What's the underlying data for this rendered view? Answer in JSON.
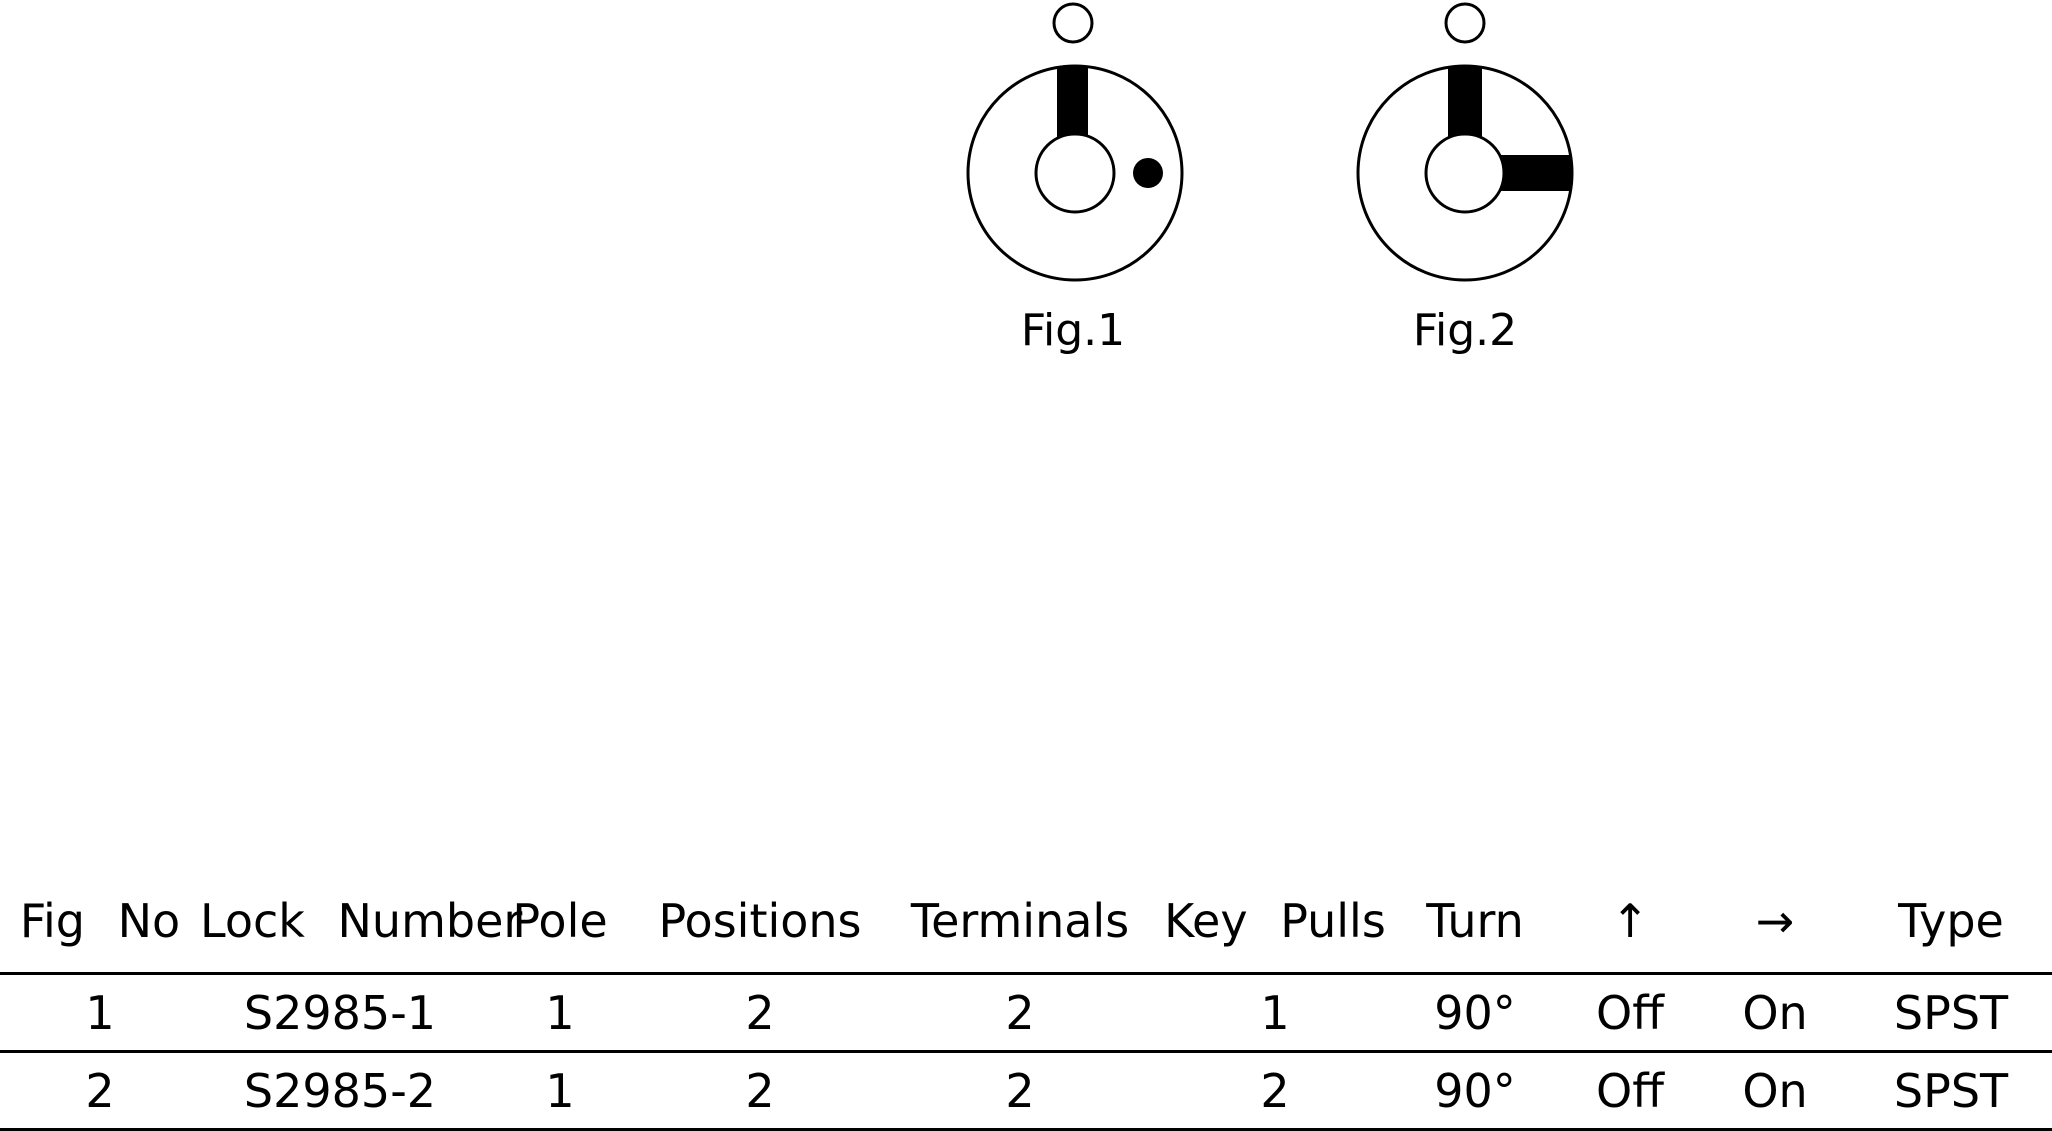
{
  "figures": [
    {
      "caption": "Fig.1"
    },
    {
      "caption": "Fig.2"
    }
  ],
  "table": {
    "headers": {
      "fig_no": "Fig No",
      "lock_number": "Lock Number",
      "pole": "Pole",
      "positions": "Positions",
      "terminals": "Terminals",
      "key_pulls": "Key Pulls",
      "turn": "Turn",
      "up_arrow": "↑",
      "right_arrow": "→",
      "type": "Type"
    },
    "rows": [
      {
        "fig_no": "1",
        "lock_number": "S2985-1",
        "pole": "1",
        "positions": "2",
        "terminals": "2",
        "key_pulls": "1",
        "turn": "90°",
        "up_arrow": "Off",
        "right_arrow": "On",
        "type": "SPST"
      },
      {
        "fig_no": "2",
        "lock_number": "S2985-2",
        "pole": "1",
        "positions": "2",
        "terminals": "2",
        "key_pulls": "2",
        "turn": "90°",
        "up_arrow": "Off",
        "right_arrow": "On",
        "type": "SPST"
      }
    ]
  }
}
